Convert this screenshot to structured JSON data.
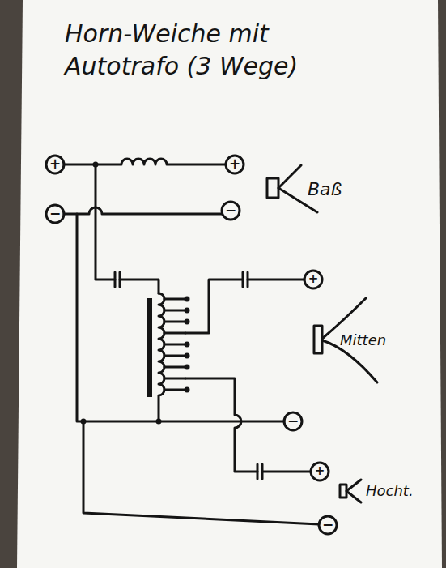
{
  "diagram": {
    "title": "Horn-Weiche mit Autotrafo (3 Wege)",
    "labels": [
      "+",
      "−",
      "+",
      "−",
      "Baß",
      "+",
      "Mitten",
      "−",
      "+",
      "Hocht.",
      "−"
    ]
  }
}
